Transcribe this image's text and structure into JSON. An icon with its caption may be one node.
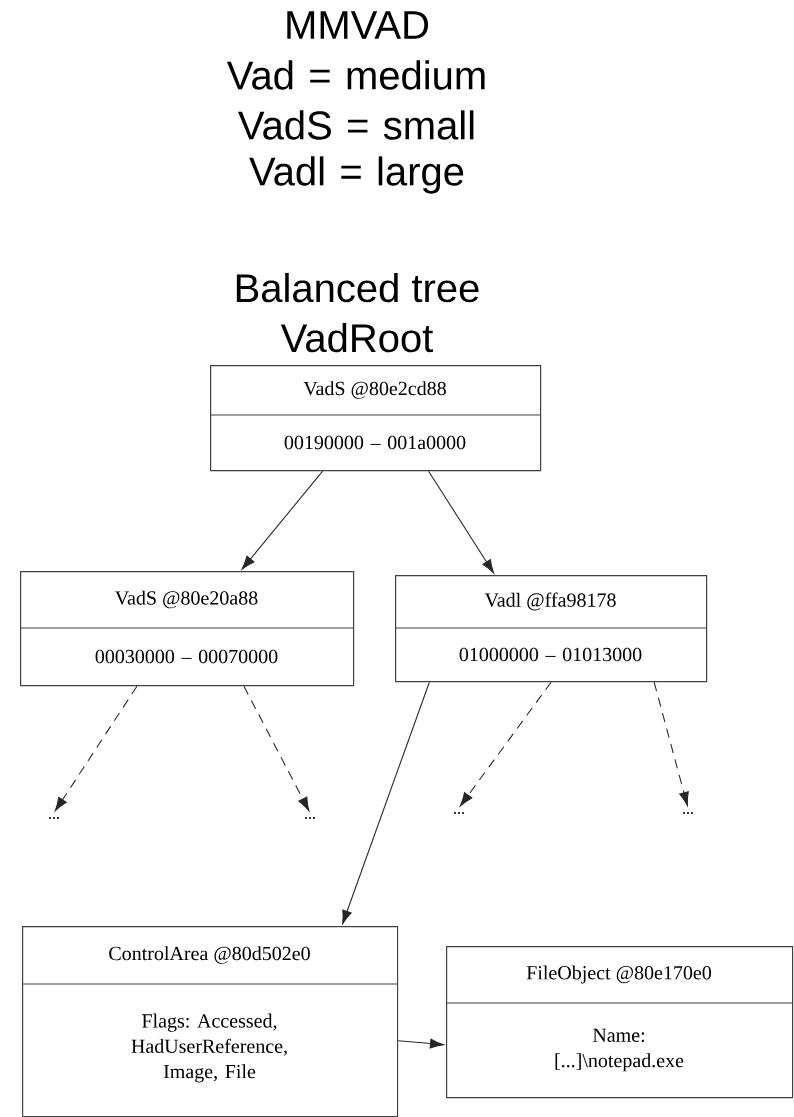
{
  "diagram": {
    "title": "MMVAD",
    "nodes": [
      {
        "text": [
          "VadS @80e2cd88",
          "00190000 – 001a0000"
        ],
        "beside": [
          "Balanced tree VadRoot"
        ]
      },
      {
        "text": [
          "VadS @80e20a88",
          "00030000 – 00070000"
        ]
      },
      {
        "text": [
          "Vadl @ffa98178",
          "01000000 – 01013000"
        ]
      },
      {
        "text": [
          "..."
        ]
      },
      {
        "text": [
          "..."
        ]
      },
      {
        "text": [
          "..."
        ]
      },
      {
        "text": [
          "..."
        ]
      },
      {
        "text": [
          "ControlArea @80d502e0",
          "Flags: Accessed, HadUserReference, Image, File"
        ]
      },
      {
        "text": [
          "FileObject @80e170e0",
          "Name: [...]\\notepad.exe"
        ]
      }
    ],
    "edges": [
      {
        "from": 0,
        "to": 1,
        "arrow": "to"
      },
      {
        "from": 0,
        "to": 2,
        "arrow": "to"
      },
      {
        "from": 1,
        "to": 3,
        "arrow": "to",
        "style": "dashed"
      },
      {
        "from": 1,
        "to": 4,
        "arrow": "to",
        "style": "dashed"
      },
      {
        "from": 2,
        "to": 5,
        "arrow": "to",
        "style": "dashed"
      },
      {
        "from": 2,
        "to": 6,
        "arrow": "to",
        "style": "dashed"
      },
      {
        "from": 2,
        "to": 7,
        "arrow": "to"
      },
      {
        "from": 7,
        "to": 8,
        "arrow": "to"
      }
    ],
    "labels": [
      "Vad = medium",
      "VadS = small",
      "Vadl = large"
    ]
  }
}
